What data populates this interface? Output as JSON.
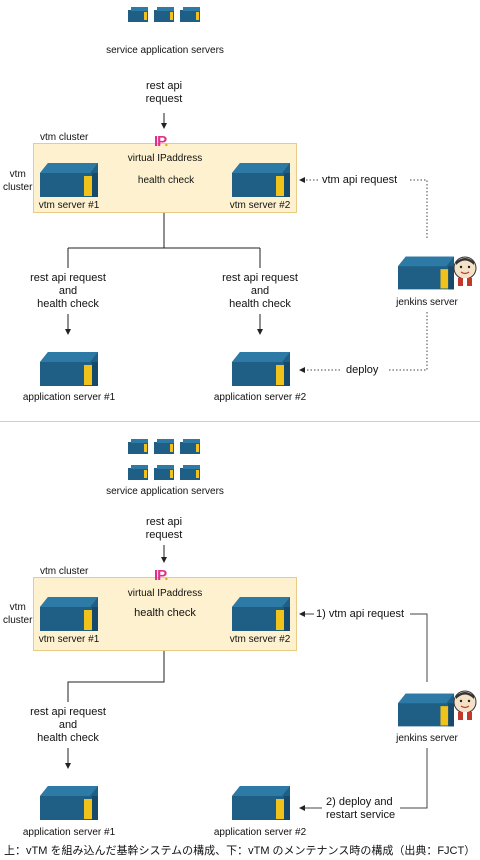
{
  "d1": {
    "service_servers": "service application servers",
    "rest_api_request": "rest api\nrequest",
    "vtm_cluster_top": "vtm cluster",
    "vtm_cluster_side": "vtm\ncluster",
    "virtual_ip": "virtual IPaddress",
    "health_check": "health check",
    "vtm_server_1": "vtm server #1",
    "vtm_server_2": "vtm server #2",
    "vtm_api_request": "vtm api request",
    "left_branch": "rest api request\nand\nhealth check",
    "right_branch": "rest api request\nand\nhealth check",
    "jenkins": "jenkins server",
    "deploy": "deploy",
    "app_server_1": "application server #1",
    "app_server_2": "application server #2"
  },
  "d2": {
    "service_servers": "service application servers",
    "rest_api_request": "rest api\nrequest",
    "vtm_cluster_top": "vtm cluster",
    "vtm_cluster_side": "vtm\ncluster",
    "virtual_ip": "virtual IPaddress",
    "health_check": "health check",
    "vtm_server_1": "vtm server #1",
    "vtm_server_2": "vtm server #2",
    "vtm_api_request": "1) vtm api request",
    "left_branch": "rest api request\nand\nhealth check",
    "jenkins": "jenkins server",
    "deploy": "2) deploy and\nrestart service",
    "app_server_1": "application server #1",
    "app_server_2": "application server #2"
  },
  "ip_badge": "IP",
  "caption": "上：vTM を組み込んだ基幹システムの構成、下：vTM のメンテナンス時の構成（出典：FJCT）",
  "colors": {
    "server_blue": "#1f5f86",
    "server_dark": "#174a6a",
    "server_top": "#2d7aa6",
    "accent_yellow": "#f2c21c",
    "cluster_fill": "#fdf1cf",
    "ip_pink": "#e0308a"
  },
  "icons": [
    "server-icon",
    "mini-server-icon",
    "jenkins-icon",
    "ip-badge-icon",
    "arrow-icon"
  ]
}
